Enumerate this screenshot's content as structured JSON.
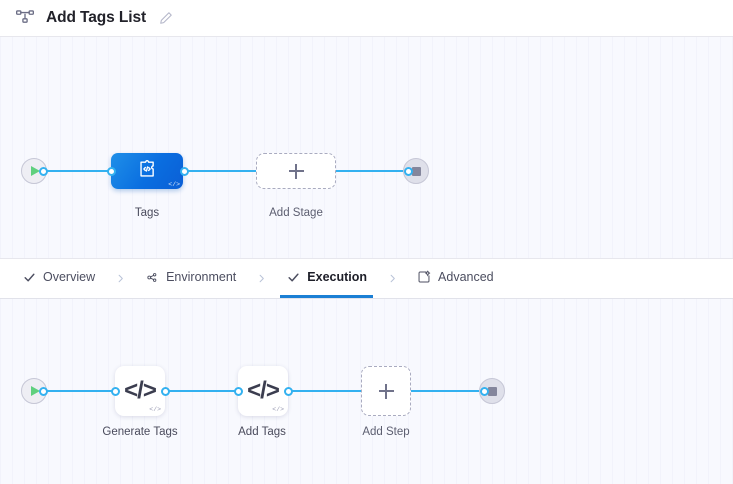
{
  "header": {
    "icon": "pipeline-icon",
    "title": "Add Tags List",
    "edit_icon": "pencil-icon"
  },
  "stage_graph": {
    "start_node": {
      "icon": "play-icon",
      "label": ""
    },
    "end_node": {
      "icon": "stop-icon",
      "label": ""
    },
    "nodes": [
      {
        "id": "tags",
        "label": "Tags",
        "icon": "custom-stage-icon",
        "corner_badge": "</>",
        "selected": true,
        "type": "stage"
      },
      {
        "id": "add-stage",
        "label": "Add Stage",
        "icon": "plus-icon",
        "type": "add"
      }
    ]
  },
  "tabs": {
    "items": [
      {
        "id": "overview",
        "label": "Overview",
        "icon": "check-icon",
        "active": false
      },
      {
        "id": "environment",
        "label": "Environment",
        "icon": "environment-icon",
        "active": false
      },
      {
        "id": "execution",
        "label": "Execution",
        "icon": "check-icon",
        "active": true
      },
      {
        "id": "advanced",
        "label": "Advanced",
        "icon": "advanced-icon",
        "active": false
      }
    ],
    "separator": "›"
  },
  "execution_graph": {
    "start_node": {
      "icon": "play-icon"
    },
    "end_node": {
      "icon": "stop-icon"
    },
    "nodes": [
      {
        "id": "generate-tags",
        "label": "Generate Tags",
        "icon": "code-icon",
        "glyph": "</>",
        "corner_badge": "</>",
        "type": "step"
      },
      {
        "id": "add-tags",
        "label": "Add Tags",
        "icon": "code-icon",
        "glyph": "</>",
        "corner_badge": "</>",
        "type": "step"
      },
      {
        "id": "add-step",
        "label": "Add Step",
        "icon": "plus-icon",
        "type": "add"
      }
    ]
  },
  "colors": {
    "accent": "#33b1f0",
    "active_tab_underline": "#1b7fd4",
    "selected_node": "#0a6ee0",
    "canvas_bg": "#f8f9fe",
    "start_marker": "#5fd07e",
    "stop_marker": "#84869c"
  }
}
